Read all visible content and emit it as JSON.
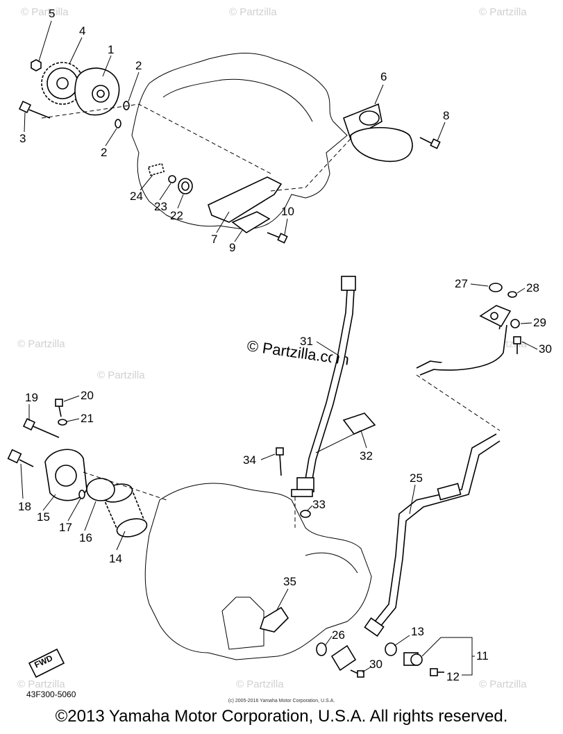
{
  "watermark": "© Partzilla",
  "watermark_center": "© Partzilla.com",
  "fwd_label": "FWD",
  "part_code": "43F300-5060",
  "small_copyright": "(c) 2005-2016 Yamaha Motor Corporation, U.S.A.",
  "copyright": "©2013 Yamaha Motor Corporation, U.S.A. All rights reserved.",
  "callouts": [
    "1",
    "2",
    "2",
    "3",
    "4",
    "5",
    "6",
    "7",
    "8",
    "9",
    "10",
    "11",
    "12",
    "13",
    "14",
    "15",
    "16",
    "17",
    "18",
    "19",
    "20",
    "21",
    "22",
    "23",
    "24",
    "25",
    "26",
    "27",
    "28",
    "29",
    "30",
    "30",
    "31",
    "32",
    "33",
    "34",
    "35"
  ]
}
